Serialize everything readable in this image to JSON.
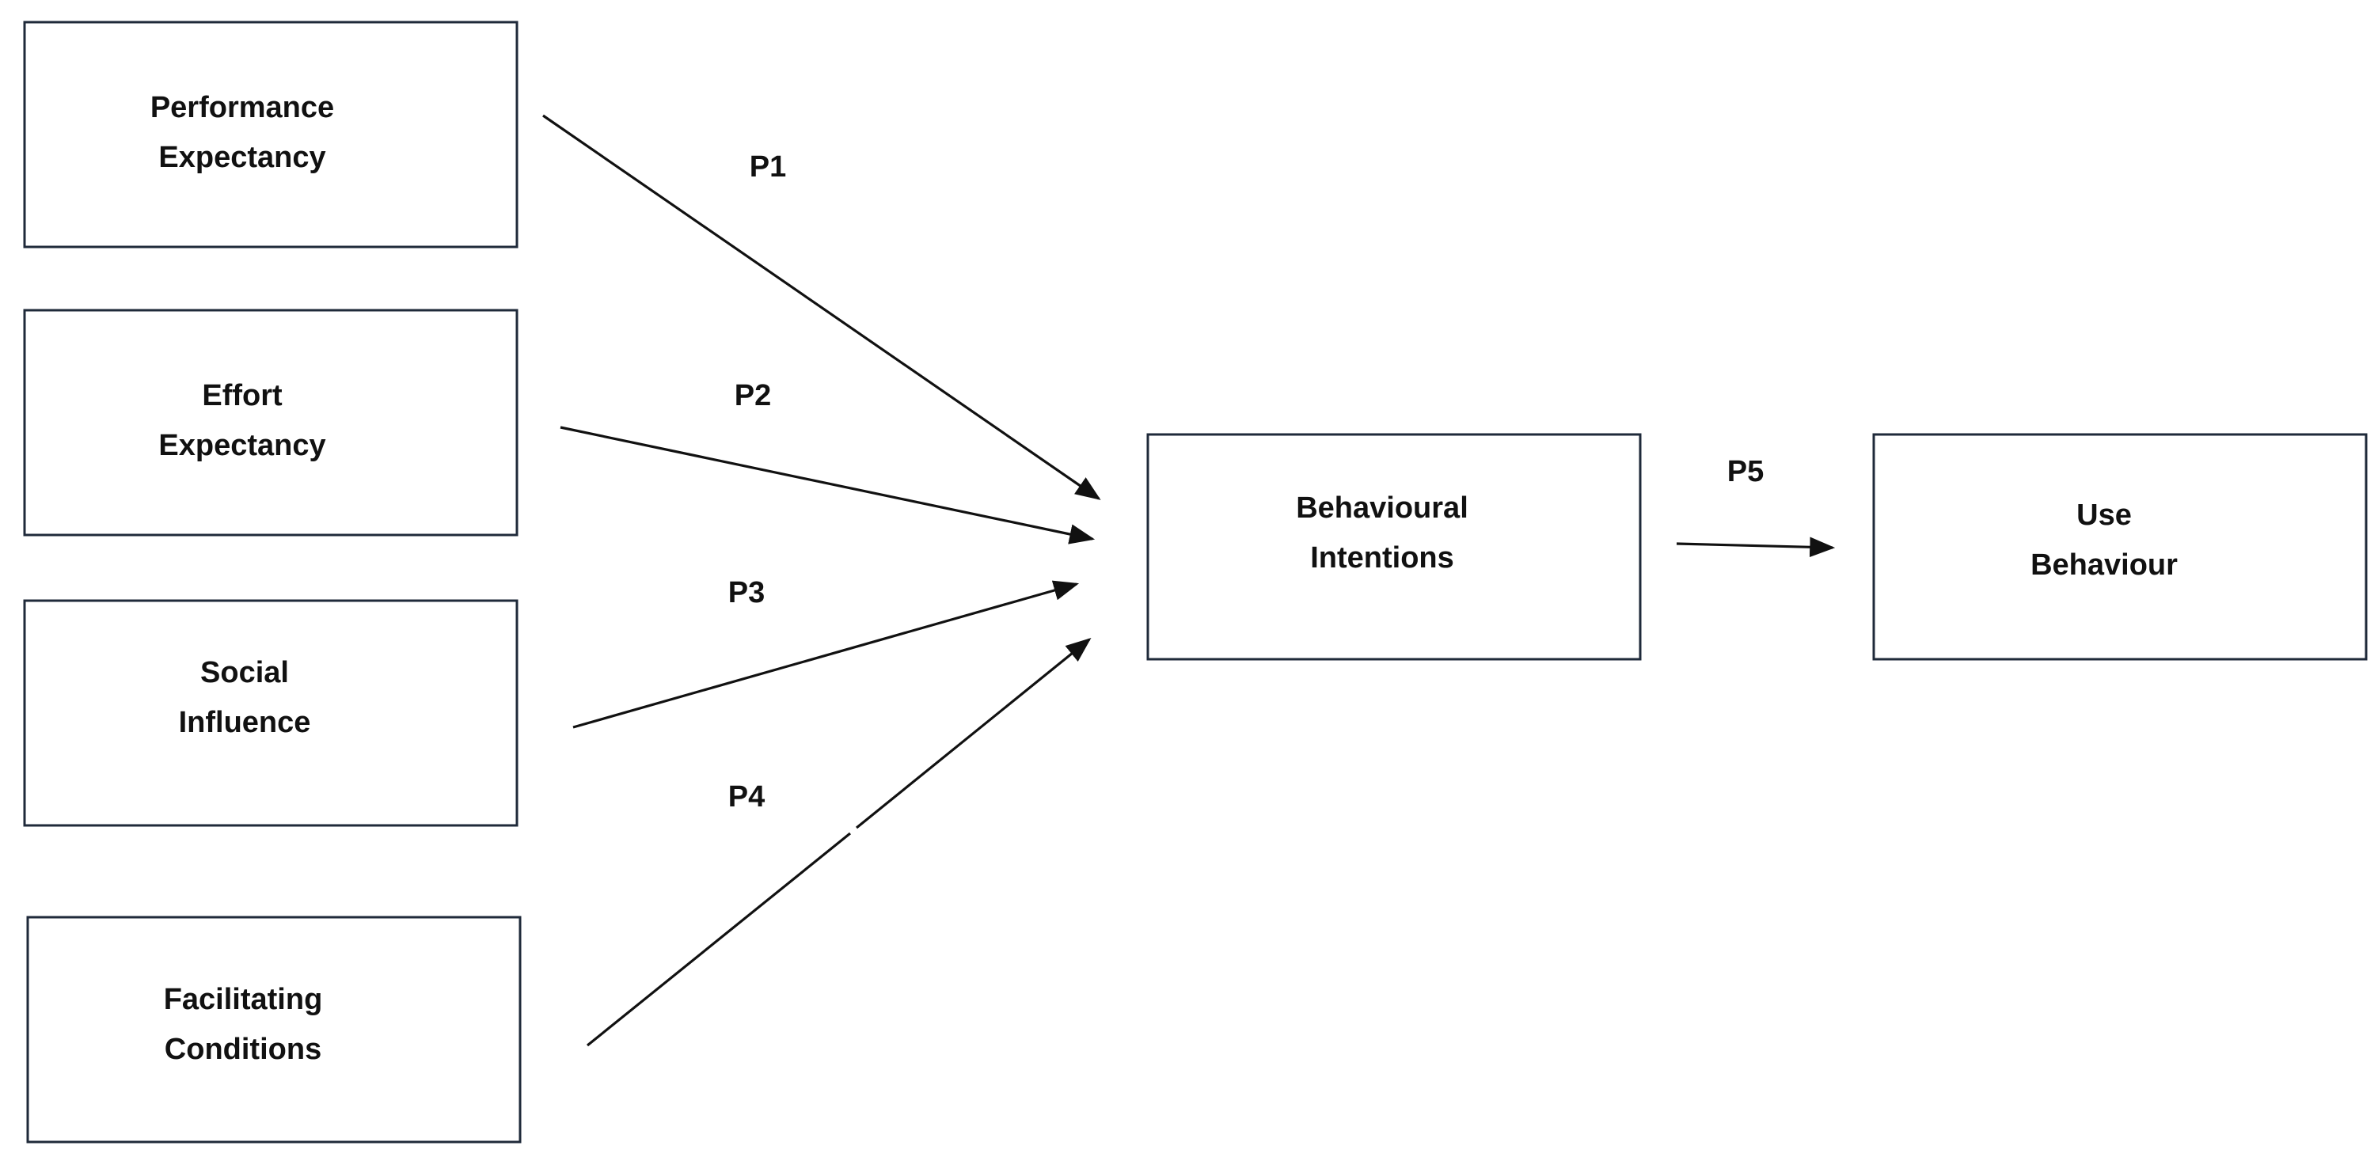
{
  "nodes": {
    "performance_expectancy": {
      "line1": "Performance",
      "line2": "Expectancy"
    },
    "effort_expectancy": {
      "line1": "Effort",
      "line2": "Expectancy"
    },
    "social_influence": {
      "line1": "Social",
      "line2": "Influence"
    },
    "facilitating_conditions": {
      "line1": "Facilitating",
      "line2": "Conditions"
    },
    "behavioural_intentions": {
      "line1": "Behavioural",
      "line2": "Intentions"
    },
    "use_behaviour": {
      "line1": "Use",
      "line2": "Behaviour"
    }
  },
  "edges": [
    {
      "from": "performance_expectancy",
      "to": "behavioural_intentions",
      "label": "P1"
    },
    {
      "from": "effort_expectancy",
      "to": "behavioural_intentions",
      "label": "P2"
    },
    {
      "from": "social_influence",
      "to": "behavioural_intentions",
      "label": "P3"
    },
    {
      "from": "facilitating_conditions",
      "to": "behavioural_intentions",
      "label": "P4"
    },
    {
      "from": "behavioural_intentions",
      "to": "use_behaviour",
      "label": "P5"
    }
  ],
  "colors": {
    "stroke": "#1f2a3a",
    "arrow": "#111111",
    "background": "#ffffff"
  }
}
